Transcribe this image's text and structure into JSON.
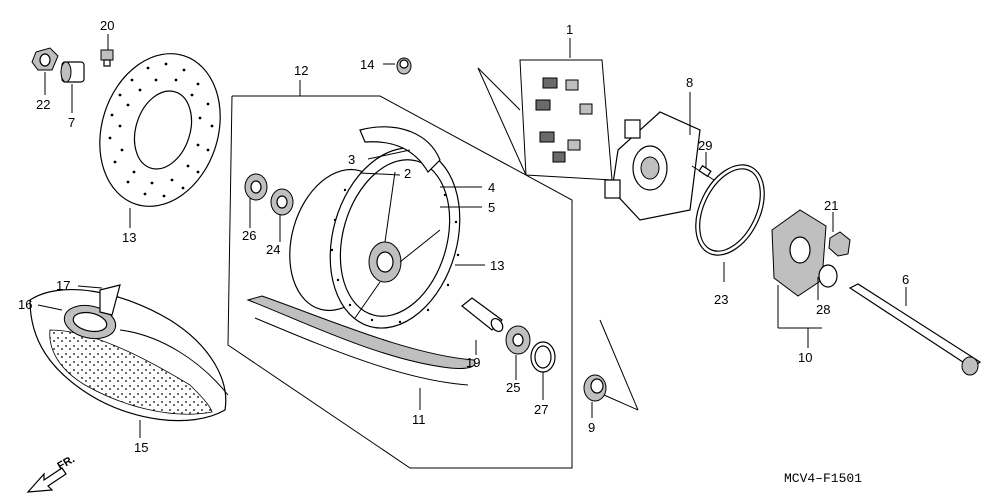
{
  "diagram": {
    "drawing_code": "MCV4–F1501",
    "direction_label": "FR.",
    "callouts": [
      {
        "id": "c1",
        "label": "1"
      },
      {
        "id": "c2",
        "label": "2"
      },
      {
        "id": "c3",
        "label": "3"
      },
      {
        "id": "c4",
        "label": "4"
      },
      {
        "id": "c5",
        "label": "5"
      },
      {
        "id": "c6",
        "label": "6"
      },
      {
        "id": "c7",
        "label": "7"
      },
      {
        "id": "c8",
        "label": "8"
      },
      {
        "id": "c9",
        "label": "9"
      },
      {
        "id": "c10",
        "label": "10"
      },
      {
        "id": "c11",
        "label": "11"
      },
      {
        "id": "c12",
        "label": "12"
      },
      {
        "id": "c13a",
        "label": "13"
      },
      {
        "id": "c13b",
        "label": "13"
      },
      {
        "id": "c14",
        "label": "14"
      },
      {
        "id": "c15",
        "label": "15"
      },
      {
        "id": "c16",
        "label": "16"
      },
      {
        "id": "c17",
        "label": "17"
      },
      {
        "id": "c19",
        "label": "19"
      },
      {
        "id": "c20",
        "label": "20"
      },
      {
        "id": "c21",
        "label": "21"
      },
      {
        "id": "c22",
        "label": "22"
      },
      {
        "id": "c23",
        "label": "23"
      },
      {
        "id": "c24",
        "label": "24"
      },
      {
        "id": "c25",
        "label": "25"
      },
      {
        "id": "c26",
        "label": "26"
      },
      {
        "id": "c27",
        "label": "27"
      },
      {
        "id": "c28",
        "label": "28"
      },
      {
        "id": "c29",
        "label": "29"
      }
    ]
  }
}
